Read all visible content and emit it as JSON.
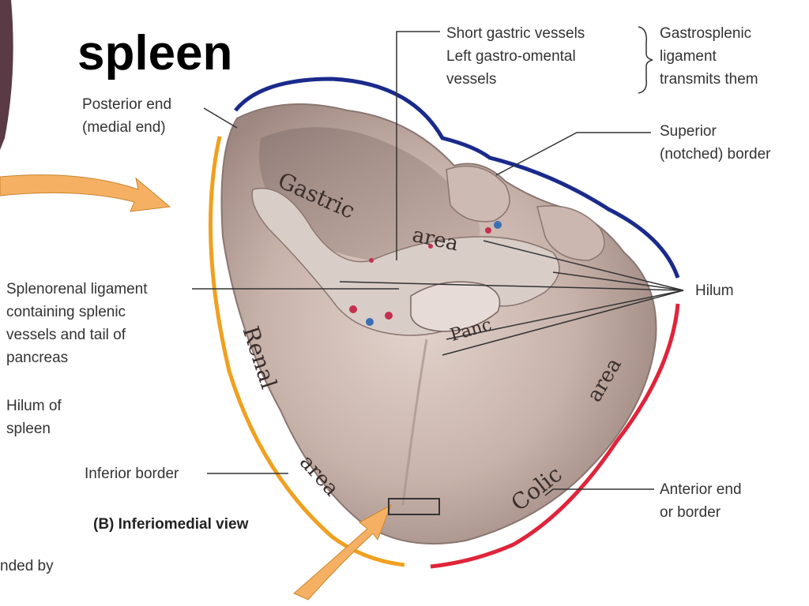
{
  "title": "spleen",
  "labels": {
    "short_gastric": "Short gastric vessels\nLeft gastro-omental\nvessels",
    "gastrosplenic": "Gastrosplenic\nligament\ntransmits them",
    "posterior_end": "Posterior end\n(medial end)",
    "superior_border": "Superior\n(notched) border",
    "splenorenal": "Splenorenal ligament\ncontaining splenic\nvessels and tail of\npancreas",
    "hilum": "Hilum",
    "hilum_of_spleen": "Hilum of\nspleen",
    "inferior_border": "Inferior border",
    "anterior_end": "Anterior end\nor border",
    "caption": "(B) Inferiomedial view",
    "truncated": "nded by"
  },
  "areas": {
    "gastric": "Gastric",
    "gastric_area": "area",
    "renal": "Renal",
    "renal_area": "area",
    "colic": "Colic",
    "colic_area": "area",
    "panc": "Panc"
  },
  "colors": {
    "superior_border_line": "#1a2a8c",
    "inferior_border_line": "#f0a020",
    "anterior_border_line": "#e0243a",
    "arrow": "#f5b063",
    "organ": "#c9b5ad"
  }
}
